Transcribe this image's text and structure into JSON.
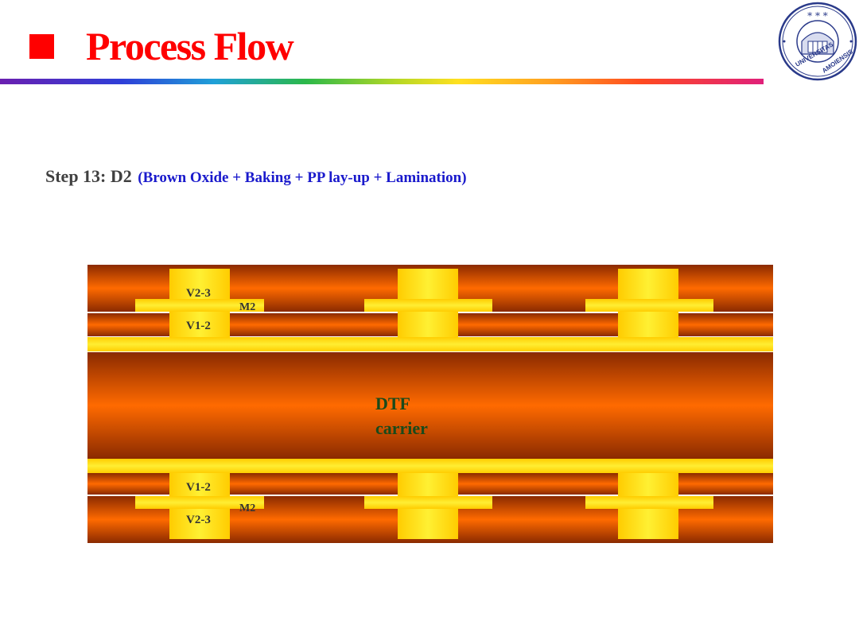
{
  "slide": {
    "title": "Process Flow",
    "step_label": "Step 13: D2",
    "step_detail": "(Brown Oxide + Baking + PP lay-up + Lamination)"
  },
  "diagram": {
    "top_via_outer": "V2-3",
    "top_metal": "M2",
    "top_via_inner": "V1-2",
    "core_line1": "DTF",
    "core_line2": "carrier",
    "bottom_via_inner": "V1-2",
    "bottom_metal": "M2",
    "bottom_via_outer": "V2-3"
  },
  "seal": {
    "text_top": "UNIVERSITAS",
    "text_bottom": "AMOIENSIS"
  },
  "colors": {
    "title_red": "#ff0000",
    "step_gray": "#404040",
    "step_blue": "#1a1acc",
    "laminate_orange": "#ff6a00",
    "copper_yellow": "#ffcc00",
    "label_dark_green": "#1a4a1a"
  }
}
